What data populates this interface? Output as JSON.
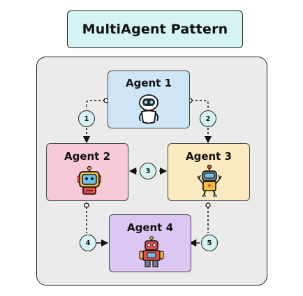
{
  "title": "MultiAgent Pattern",
  "agents": [
    {
      "label": "Agent 1",
      "color": "#cfe6f7",
      "icon": "service-robot-icon"
    },
    {
      "label": "Agent 2",
      "color": "#f8c9d6",
      "icon": "robot-head-icon"
    },
    {
      "label": "Agent 3",
      "color": "#fbe9bf",
      "icon": "antenna-robot-icon"
    },
    {
      "label": "Agent 4",
      "color": "#dcc7f2",
      "icon": "red-robot-icon"
    }
  ],
  "connections": [
    {
      "number": "1"
    },
    {
      "number": "2"
    },
    {
      "number": "3"
    },
    {
      "number": "4"
    },
    {
      "number": "5"
    }
  ],
  "colors": {
    "badge": "#d6f3f4",
    "frame": "#ebebeb",
    "title_box": "#d6f3f4"
  }
}
